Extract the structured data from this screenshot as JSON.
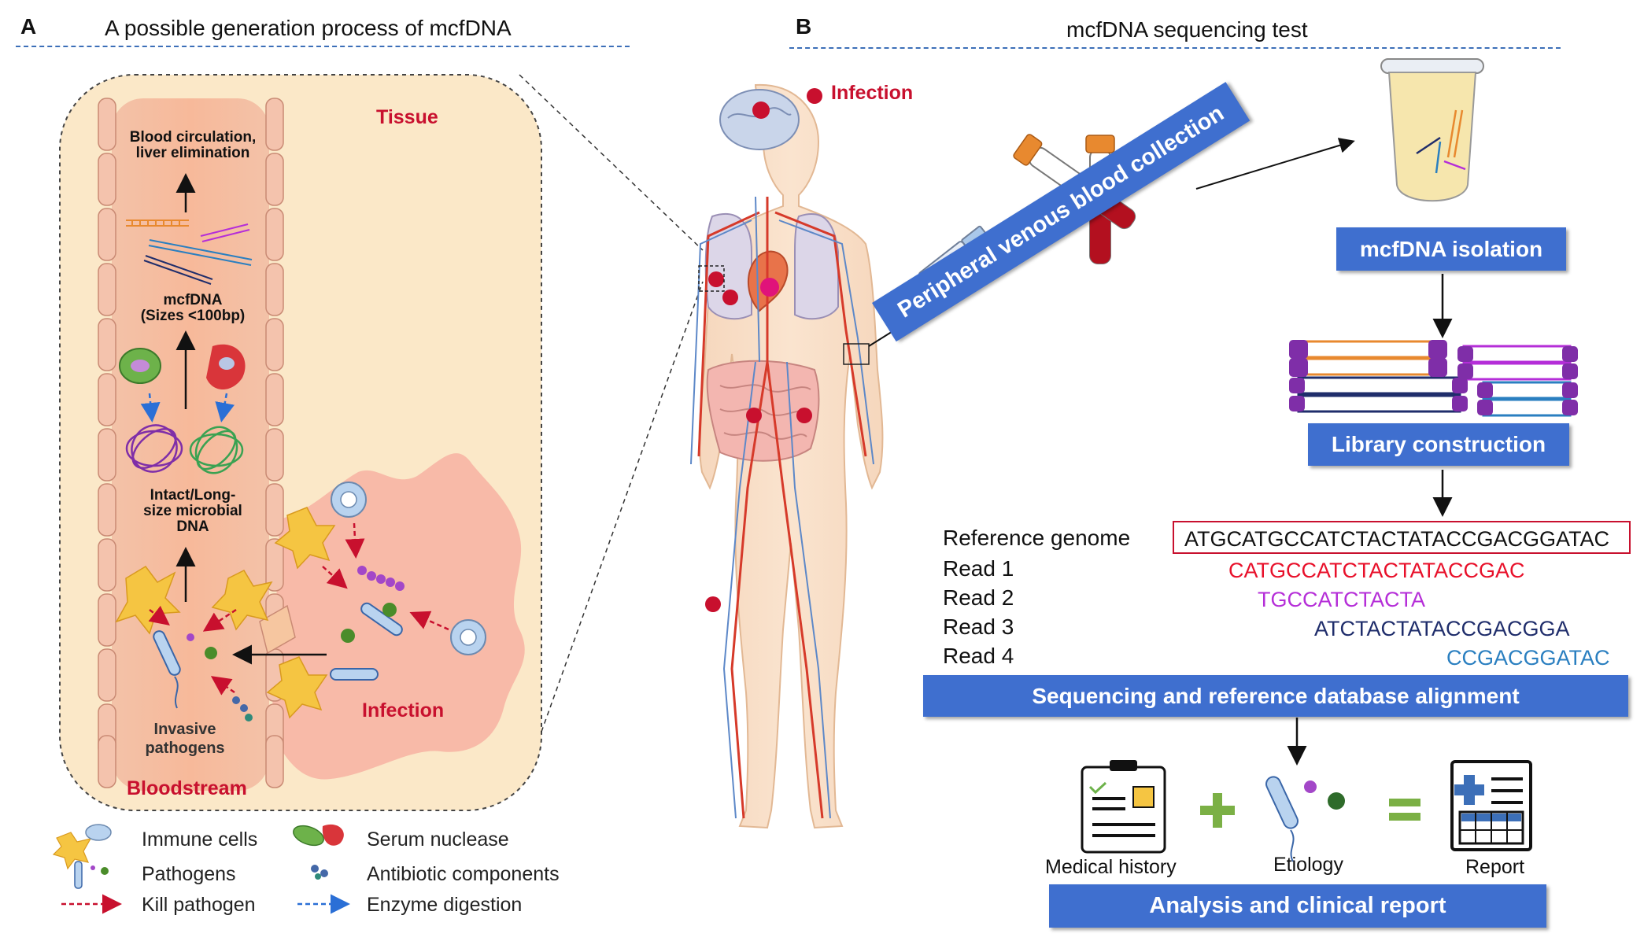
{
  "panel_a": {
    "letter": "A",
    "title": "A possible generation process of mcfDNA",
    "tissue_label": "Tissue",
    "bloodstream_label": "Bloodstream",
    "infection_label": "Infection",
    "circulation_label_1": "Blood circulation,",
    "circulation_label_2": "liver elimination",
    "mcfdna_label_1": "mcfDNA",
    "mcfdna_label_2": "(Sizes <100bp)",
    "intact_label_1": "Intact/Long-",
    "intact_label_2": "size microbial",
    "intact_label_3": "DNA",
    "invasive_label_1": "Invasive",
    "invasive_label_2": "pathogens"
  },
  "legend": {
    "immune_cells": "Immune cells",
    "pathogens": "Pathogens",
    "kill_pathogen": "Kill pathogen",
    "serum_nuclease": "Serum nuclease",
    "antibiotic_components": "Antibiotic components",
    "enzyme_digestion": "Enzyme digestion"
  },
  "panel_b": {
    "letter": "B",
    "title": "mcfDNA sequencing test",
    "infection_marker_label": "Infection",
    "blood_collection_label": "Peripheral venous blood collection",
    "isolation_label": "mcfDNA isolation",
    "library_label": "Library construction",
    "sequencing_label": "Sequencing and reference database alignment",
    "analysis_label": "Analysis and clinical report",
    "medical_history_label": "Medical history",
    "etiology_label": "Etiology",
    "report_label": "Report"
  },
  "alignment": {
    "reference_label": "Reference genome",
    "reference_seq": "ATGCATGCCATCTACTATACCGACGGATAC",
    "reads": [
      {
        "label": "Read 1",
        "seq": "CATGCCATCTACTATACCGAC",
        "color": "#e8102a"
      },
      {
        "label": "Read 2",
        "seq": "TGCCATCTACTA",
        "color": "#b52ed8"
      },
      {
        "label": "Read 3",
        "seq": "ATCTACTATACCGACGGA",
        "color": "#1f2d6b"
      },
      {
        "label": "Read 4",
        "seq": "CCGACGGATAC",
        "color": "#2a7fc0"
      }
    ]
  },
  "colors": {
    "accent_blue": "#3f6fcf",
    "infection_red": "#c8102e",
    "plus_equals_green": "#7bb045"
  }
}
